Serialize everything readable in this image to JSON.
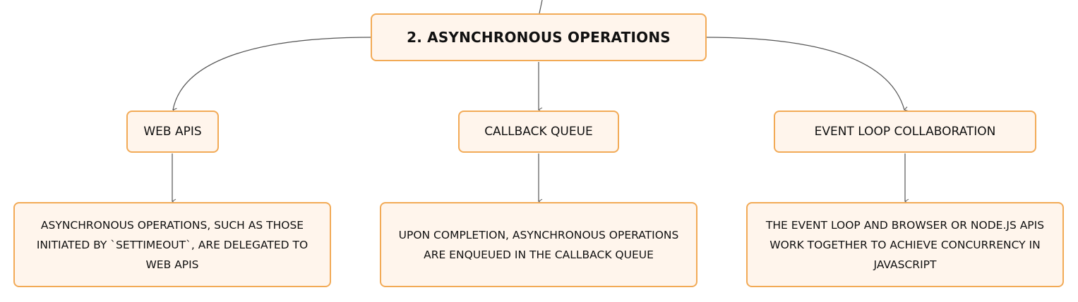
{
  "diagram": {
    "root": {
      "label": "2. ASYNCHRONOUS OPERATIONS"
    },
    "branches": [
      {
        "label": "WEB APIS",
        "detail": "ASYNCHRONOUS OPERATIONS, SUCH AS THOSE INITIATED BY `SETTIMEOUT`, ARE DELEGATED TO WEB APIS"
      },
      {
        "label": "CALLBACK QUEUE",
        "detail": "UPON COMPLETION, ASYNCHRONOUS OPERATIONS ARE ENQUEUED IN THE CALLBACK QUEUE"
      },
      {
        "label": "EVENT LOOP COLLABORATION",
        "detail": "THE EVENT LOOP AND BROWSER OR NODE.JS APIS WORK TOGETHER TO ACHIEVE CONCURRENCY IN JAVASCRIPT"
      }
    ]
  },
  "colors": {
    "node_fill": "#fff5ec",
    "node_border": "#f2aa56",
    "connector": "#555555",
    "text": "#111111"
  }
}
